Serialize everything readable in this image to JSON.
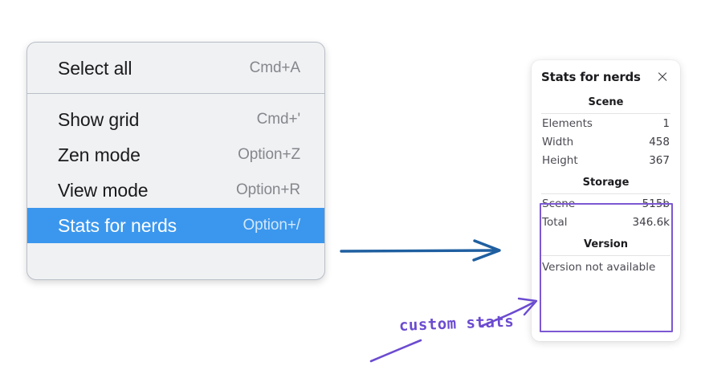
{
  "context_menu": {
    "groups": [
      {
        "items": [
          {
            "label": "Select all",
            "shortcut": "Cmd+A",
            "selected": false
          }
        ]
      },
      {
        "items": [
          {
            "label": "Show grid",
            "shortcut": "Cmd+'",
            "selected": false
          },
          {
            "label": "Zen mode",
            "shortcut": "Option+Z",
            "selected": false
          },
          {
            "label": "View mode",
            "shortcut": "Option+R",
            "selected": false
          },
          {
            "label": "Stats for nerds",
            "shortcut": "Option+/",
            "selected": true
          }
        ]
      }
    ],
    "highlight_color": "#3b97ed"
  },
  "stats_panel": {
    "title": "Stats for nerds",
    "close_icon": "close-icon",
    "sections": [
      {
        "title": "Scene",
        "rows": [
          {
            "label": "Elements",
            "value": "1"
          },
          {
            "label": "Width",
            "value": "458"
          },
          {
            "label": "Height",
            "value": "367"
          }
        ]
      },
      {
        "title": "Storage",
        "rows": [
          {
            "label": "Scene",
            "value": "515b"
          },
          {
            "label": "Total",
            "value": "346.6k"
          }
        ]
      },
      {
        "title": "Version",
        "note": "Version not available"
      }
    ]
  },
  "annotations": {
    "custom_stats_label": "custom stats",
    "purple": "#6b4bd0",
    "blue": "#1f5fa0"
  }
}
